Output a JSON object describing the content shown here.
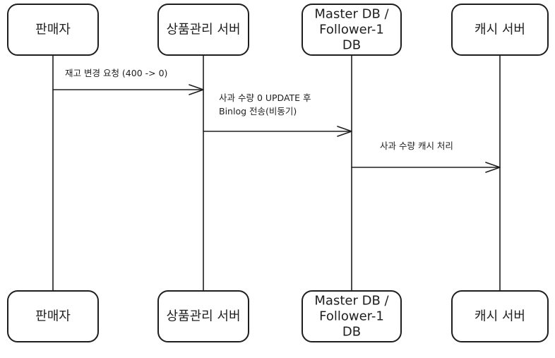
{
  "participants": [
    {
      "id": "seller",
      "label_lines": [
        "판매자"
      ]
    },
    {
      "id": "product-server",
      "label_lines": [
        "상품관리 서버"
      ]
    },
    {
      "id": "master-db",
      "label_lines": [
        "Master DB /",
        "Follower-1",
        "DB"
      ]
    },
    {
      "id": "cache-server",
      "label_lines": [
        "캐시 서버"
      ]
    }
  ],
  "messages": [
    {
      "from": "seller",
      "to": "product-server",
      "label_lines": [
        "재고 변경 요청 (400 -> 0)"
      ]
    },
    {
      "from": "product-server",
      "to": "master-db",
      "label_lines": [
        "사과 수량 0 UPDATE 후",
        "Binlog 전송(비동기)"
      ]
    },
    {
      "from": "master-db",
      "to": "cache-server",
      "label_lines": [
        "사과 수량 캐시 처리"
      ]
    }
  ]
}
